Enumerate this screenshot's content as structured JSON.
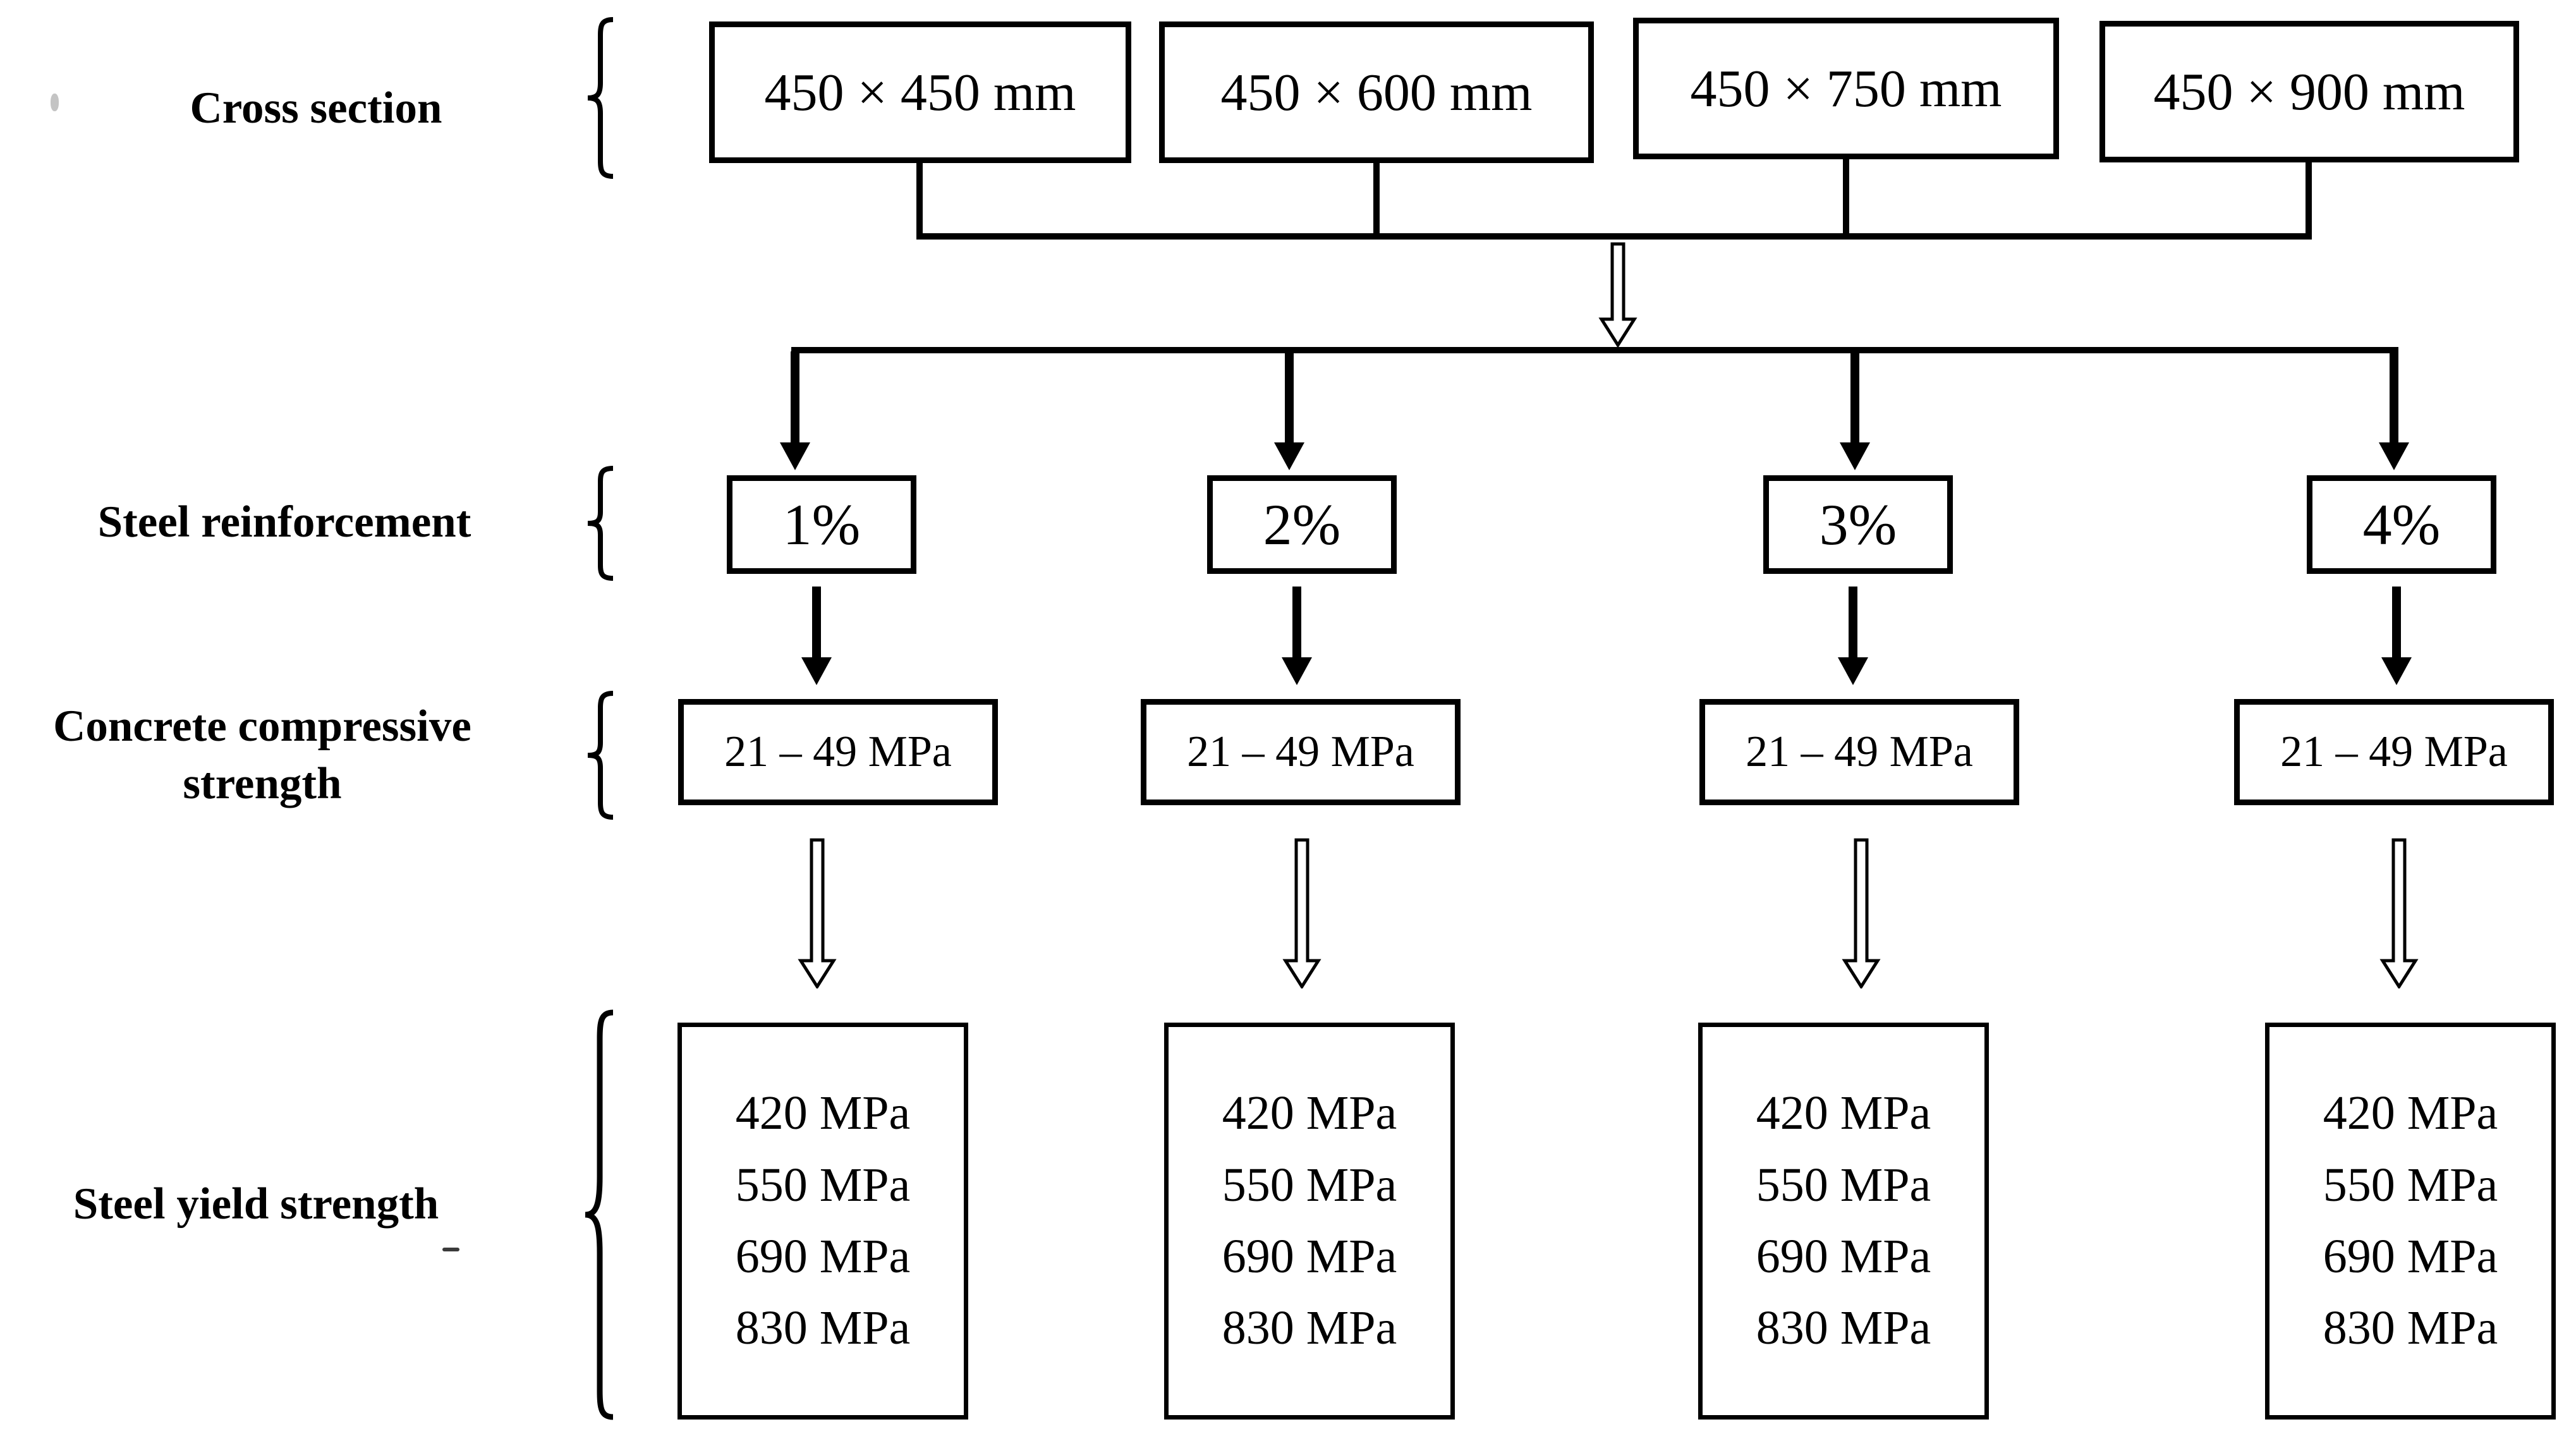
{
  "labels": {
    "cross_section": "Cross section",
    "steel_reinforcement": "Steel reinforcement",
    "concrete_compressive_line1": "Concrete compressive",
    "concrete_compressive_line2": "strength",
    "steel_yield_strength": "Steel yield strength"
  },
  "cross_sections": [
    "450 × 450 mm",
    "450 × 600 mm",
    "450 × 750 mm",
    "450 × 900 mm"
  ],
  "columns": [
    {
      "reinforcement": "1%",
      "compressive_strength": "21 – 49 MPa",
      "yield_strengths": [
        "420 MPa",
        "550 MPa",
        "690 MPa",
        "830 MPa"
      ]
    },
    {
      "reinforcement": "2%",
      "compressive_strength": "21 – 49 MPa",
      "yield_strengths": [
        "420 MPa",
        "550 MPa",
        "690 MPa",
        "830 MPa"
      ]
    },
    {
      "reinforcement": "3%",
      "compressive_strength": "21 – 49 MPa",
      "yield_strengths": [
        "420 MPa",
        "550 MPa",
        "690 MPa",
        "830 MPa"
      ]
    },
    {
      "reinforcement": "4%",
      "compressive_strength": "21 – 49 MPa",
      "yield_strengths": [
        "420 MPa",
        "550 MPa",
        "690 MPa",
        "830 MPa"
      ]
    }
  ],
  "colors": {
    "ink": "#000000",
    "background": "#ffffff"
  }
}
